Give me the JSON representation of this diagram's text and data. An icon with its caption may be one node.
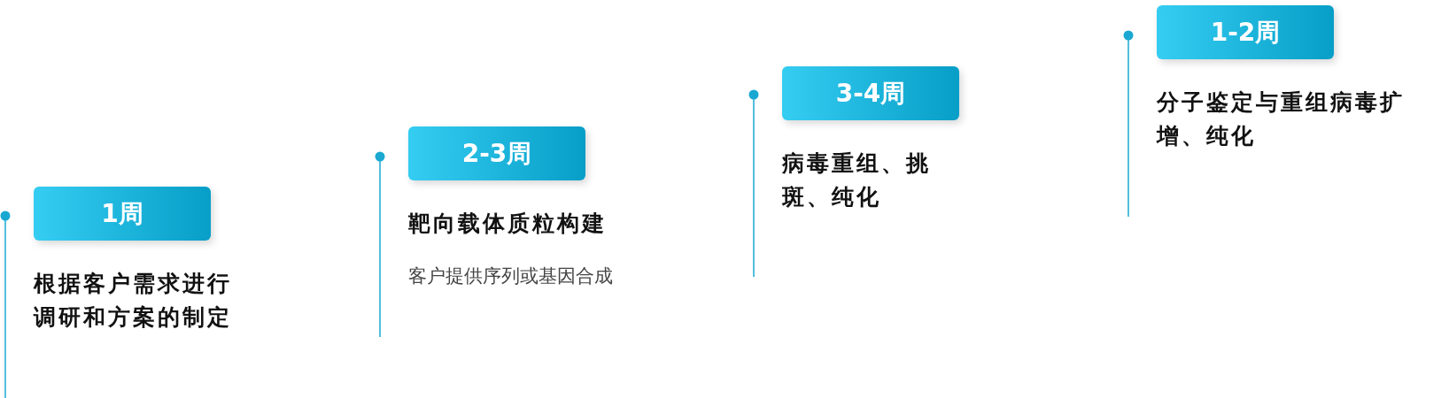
{
  "diagram": {
    "nodes": [
      {
        "text": [
          "1周",
          "根据客户需求进行调研和方案的制定"
        ]
      },
      {
        "text": [
          "2-3周",
          "靶向载体质粒构建",
          "客户提供序列或基因合成"
        ]
      },
      {
        "text": [
          "3-4周",
          "病毒重组、挑斑、纯化"
        ]
      },
      {
        "text": [
          "1-2周",
          "分子鉴定与重组病毒扩增、纯化"
        ]
      }
    ]
  }
}
